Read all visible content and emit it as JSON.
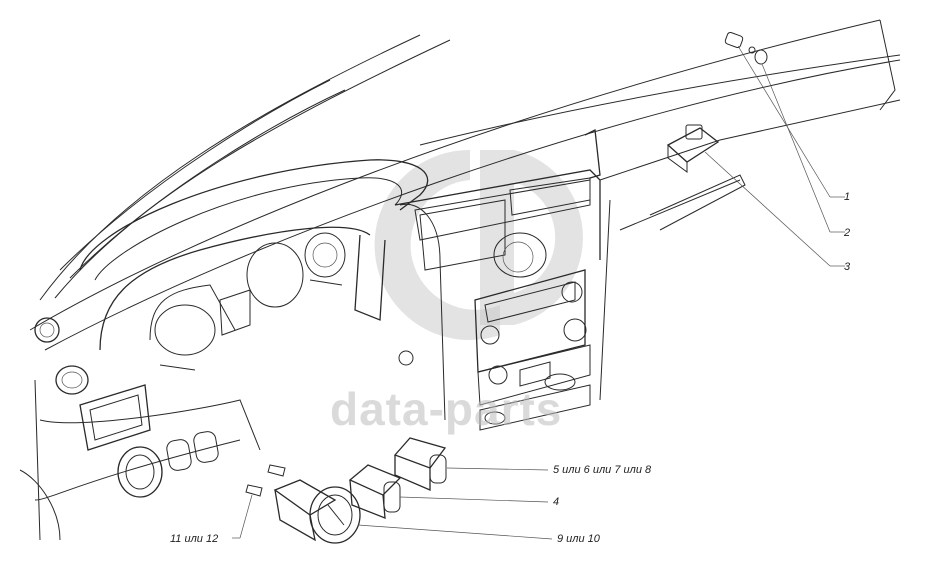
{
  "callouts": [
    {
      "id": "1",
      "text": "1"
    },
    {
      "id": "2",
      "text": "2"
    },
    {
      "id": "3",
      "text": "3"
    },
    {
      "id": "5-8",
      "text": "5 или 6 или 7 или 8"
    },
    {
      "id": "4",
      "text": "4"
    },
    {
      "id": "9-10",
      "text": "9 или 10"
    },
    {
      "id": "11-12",
      "text": "11 или 12"
    }
  ],
  "watermark": {
    "text": "data-parts"
  },
  "colors": {
    "line": "#2a2a2a",
    "watermark": "#bdbdbd",
    "background": "#ffffff"
  }
}
